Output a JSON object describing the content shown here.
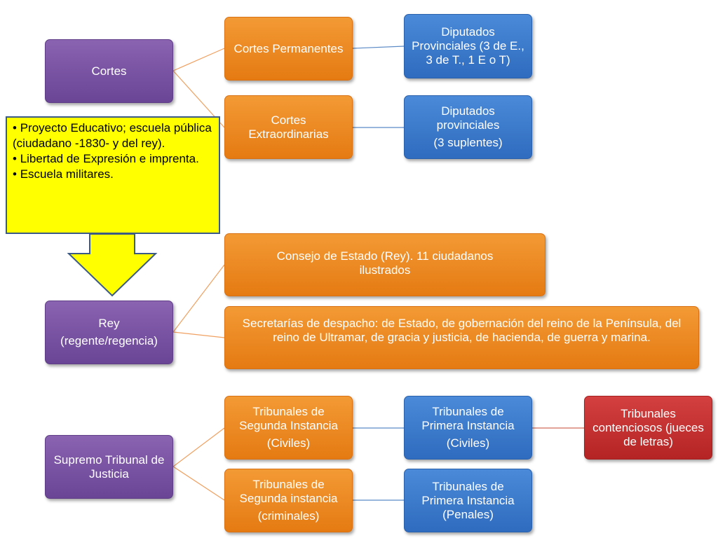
{
  "nodes": {
    "cortes": "Cortes",
    "cortes_permanentes": "Cortes Permanentes",
    "diputados_provinciales_1": "Diputados Provinciales (3 de E., 3 de T., 1 E o T)",
    "cortes_extraordinarias": "Cortes Extraordinarias",
    "diputados_provinciales_2": "Diputados provinciales",
    "diputados_provinciales_2_note": "(3 suplentes)",
    "rey": "Rey",
    "rey_sub": "(regente/regencia)",
    "consejo_estado": "Consejo de Estado (Rey). 11 ciudadanos ilustrados",
    "secretarias": "Secretarías de despacho: de Estado, de gobernación del reino de la Península, del reino de Ultramar, de gracia y justicia, de hacienda, de guerra y marina.",
    "supremo_tribunal": "Supremo Tribunal de Justicia",
    "trib_segunda_civiles": "Tribunales de Segunda Instancia",
    "trib_segunda_civiles_note": "(Civiles)",
    "trib_primera_civiles": "Tribunales de Primera Instancia",
    "trib_primera_civiles_note": "(Civiles)",
    "trib_contenciosos": "Tribunales contenciosos (jueces de letras)",
    "trib_segunda_criminales": "Tribunales de Segunda instancia",
    "trib_segunda_criminales_note": "(criminales)",
    "trib_primera_penales": "Tribunales de Primera Instancia (Penales)"
  },
  "note": {
    "items": [
      "Proyecto Educativo; escuela pública (ciudadano -1830- y del rey).",
      "Libertad de Expresión e imprenta.",
      "Escuela militares."
    ]
  },
  "colors": {
    "connector_orange": "#f0a060",
    "connector_blue": "#5a8ac6",
    "connector_red": "#d06a5a",
    "note_fill": "#ffff00",
    "arrow_fill": "#ffff00",
    "arrow_stroke": "#3b5b86"
  }
}
